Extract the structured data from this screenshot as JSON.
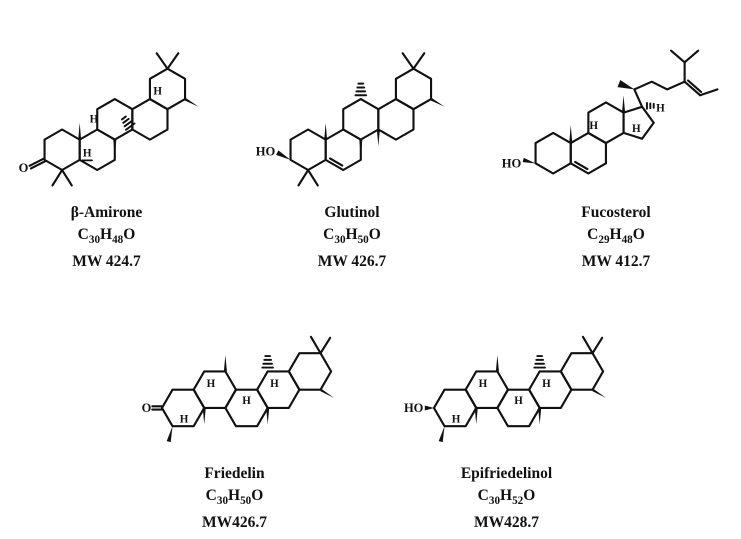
{
  "colors": {
    "background": "#ffffff",
    "ink": "#111111"
  },
  "structure_labels": {
    "hydroxyl": "HO",
    "ketone_oxygen": "O",
    "hydrogen": "H"
  },
  "compounds": [
    {
      "id": "beta-amirone",
      "name": "β-Amirone",
      "formula": "C30H48O",
      "mw": "MW 424.7"
    },
    {
      "id": "glutinol",
      "name": "Glutinol",
      "formula": "C30H50O",
      "mw": "MW 426.7"
    },
    {
      "id": "fucosterol",
      "name": "Fucosterol",
      "formula": "C29H48O",
      "mw": "MW 412.7"
    },
    {
      "id": "friedelin",
      "name": "Friedelin",
      "formula": "C30H50O",
      "mw": "MW426.7"
    },
    {
      "id": "epifriedelinol",
      "name": "Epifriedelinol",
      "formula": "C30H52O",
      "mw": "MW428.7"
    }
  ]
}
